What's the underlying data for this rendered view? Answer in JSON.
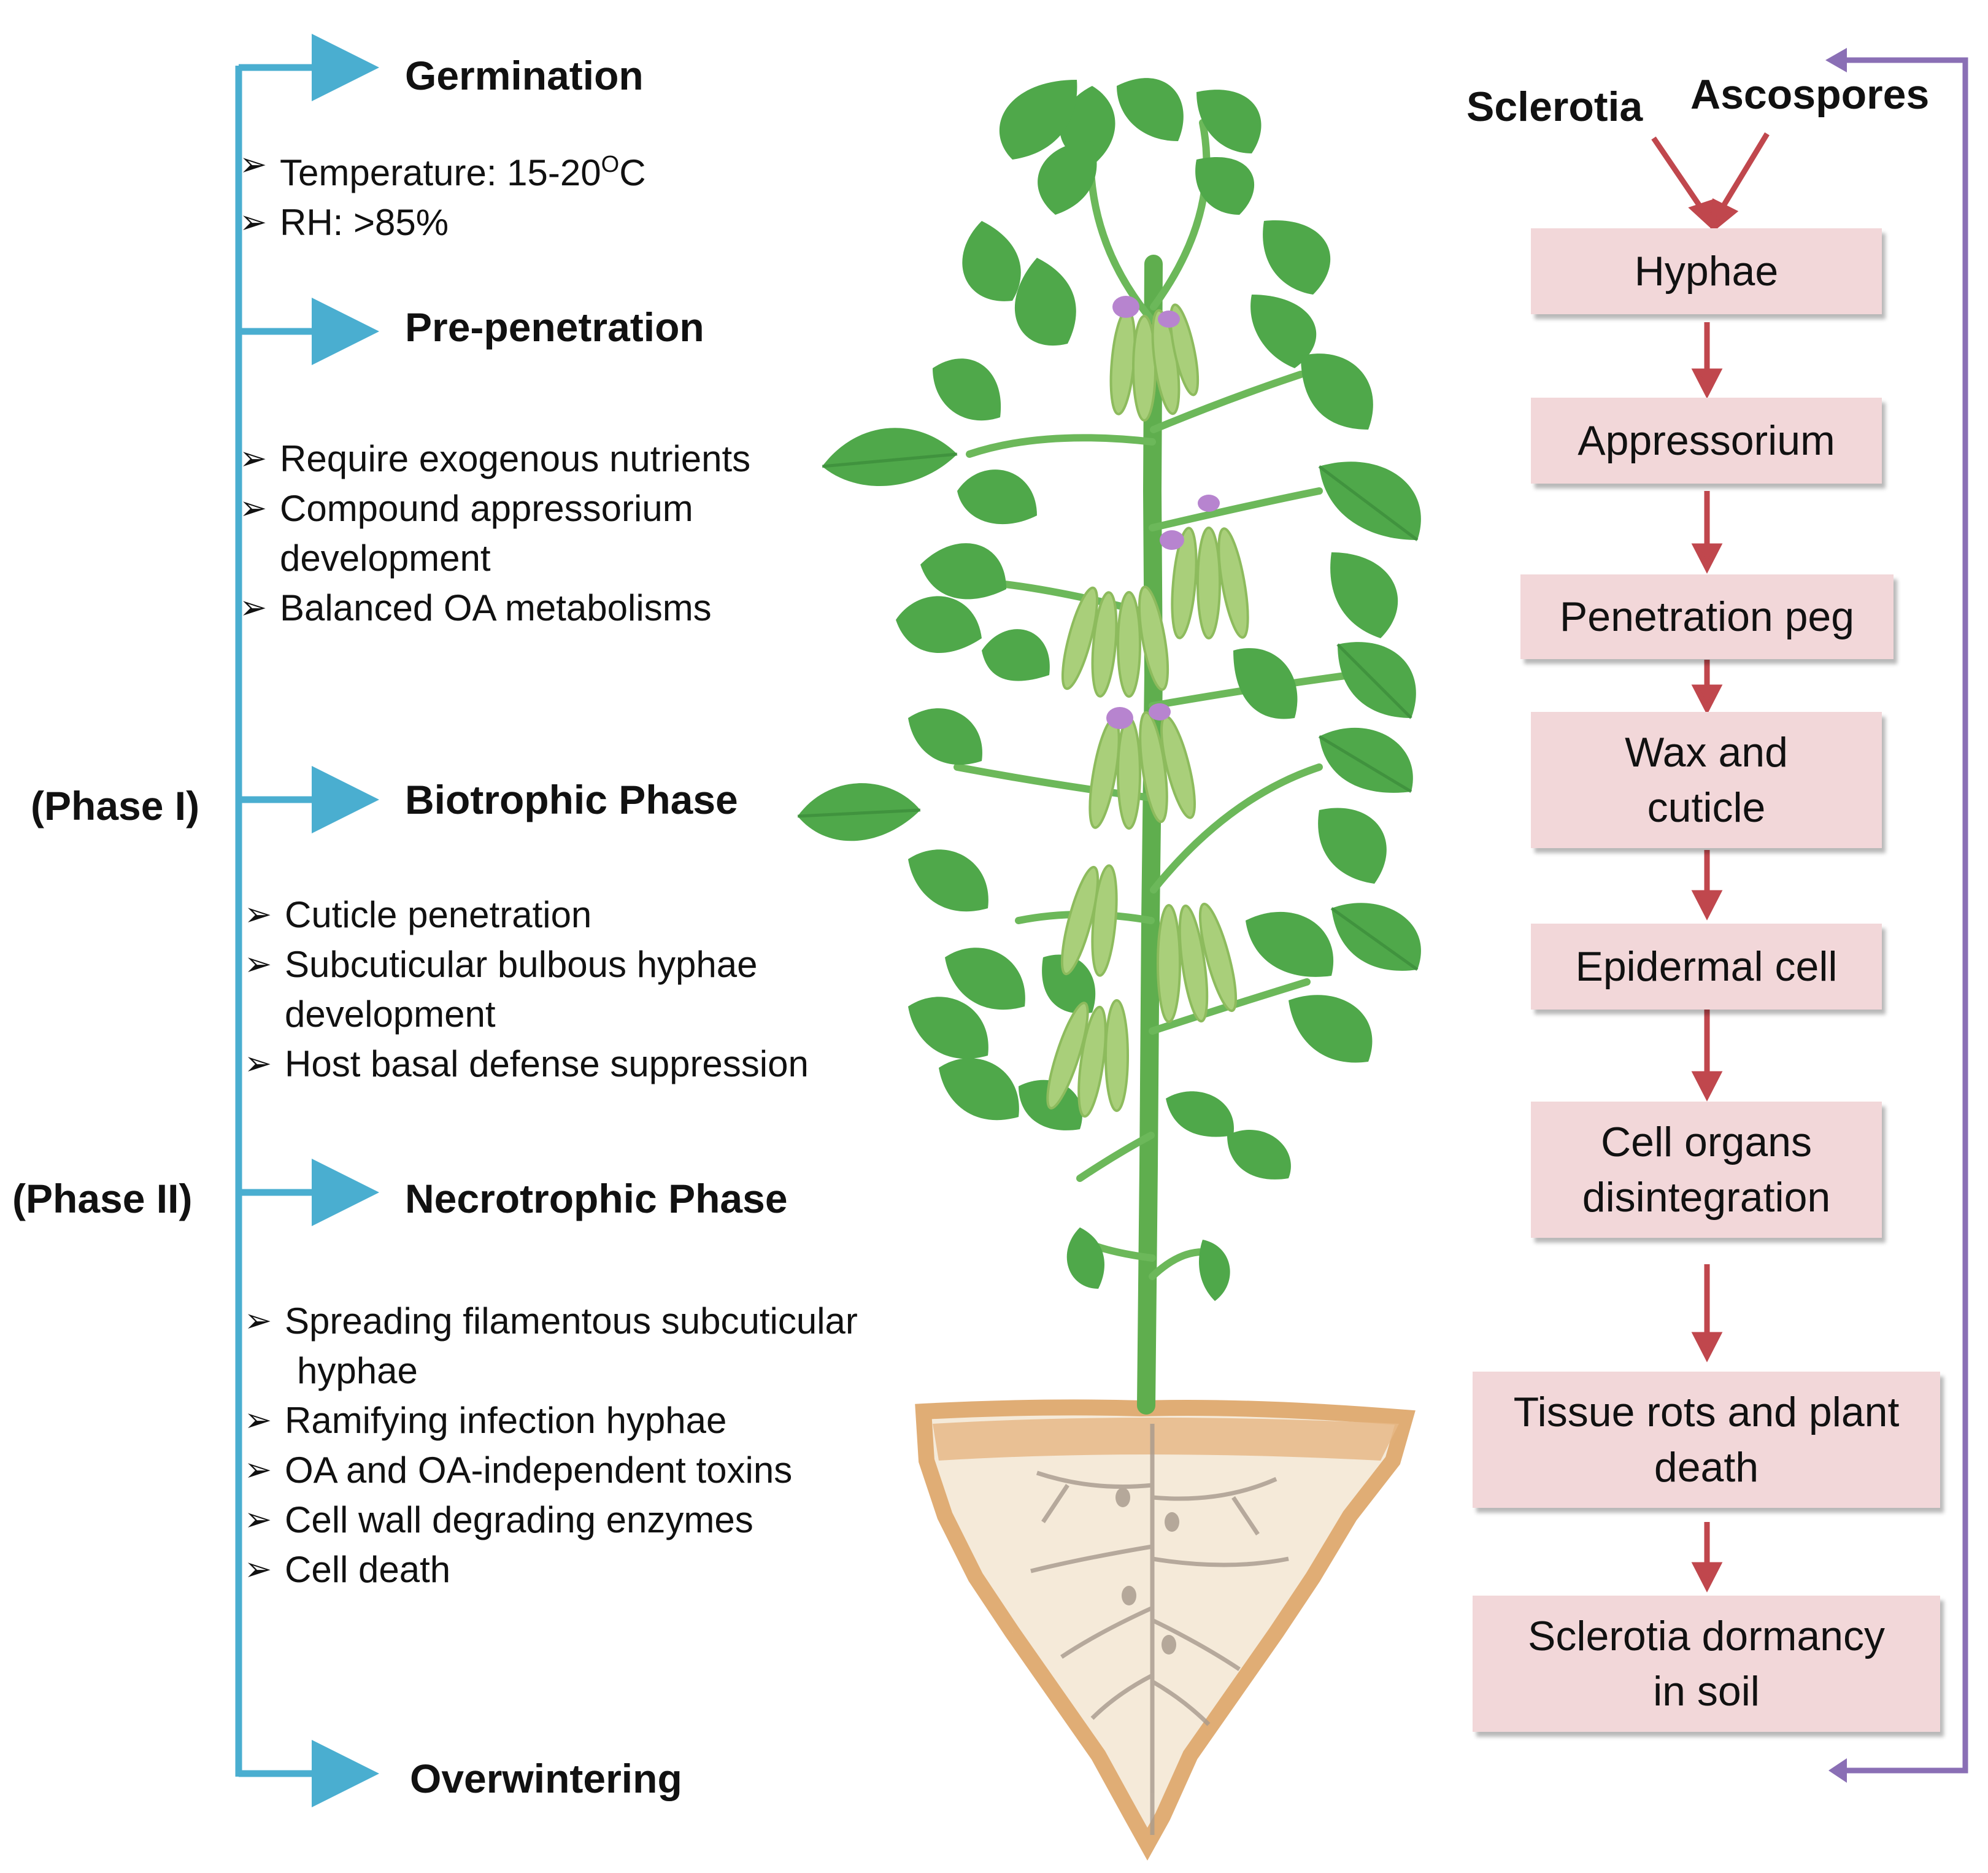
{
  "left_timeline": {
    "stages": [
      {
        "title": "Germination"
      },
      {
        "title": "Pre-penetration"
      },
      {
        "title": "Biotrophic Phase"
      },
      {
        "title": "Necrotrophic Phase"
      },
      {
        "title": "Overwintering"
      }
    ],
    "germination_conditions": {
      "temperature_label": "Temperature: 15-20",
      "temperature_sup": "O",
      "temperature_unit": "C",
      "rh": "RH: >85%"
    },
    "prepenetration_bullets": [
      "Require exogenous nutrients",
      "Compound appressorium",
      "development",
      "Balanced OA metabolisms"
    ],
    "biotrophic_bullets": [
      "Cuticle penetration",
      "Subcuticular bulbous hyphae",
      "development",
      "Host basal defense suppression"
    ],
    "necrotrophic_bullets": [
      "Spreading filamentous subcuticular",
      "hyphae",
      "Ramifying infection hyphae",
      "OA and OA-independent toxins",
      "Cell wall degrading enzymes",
      "Cell death"
    ],
    "phase_labels": {
      "phase1": "(Phase I)",
      "phase2": "(Phase II)"
    }
  },
  "right_flow": {
    "sources": {
      "sclerotia": "Sclerotia",
      "ascospores": "Ascospores"
    },
    "steps": [
      {
        "lines": [
          "Hyphae"
        ]
      },
      {
        "lines": [
          "Appressorium"
        ]
      },
      {
        "lines": [
          "Penetration peg"
        ]
      },
      {
        "lines": [
          "Wax and",
          "cuticle"
        ]
      },
      {
        "lines": [
          "Epidermal  cell"
        ]
      },
      {
        "lines": [
          "Cell organs",
          "disintegration"
        ]
      },
      {
        "lines": [
          "Tissue rots and plant",
          "death"
        ]
      },
      {
        "lines": [
          "Sclerotia dormancy",
          "in soil"
        ]
      }
    ]
  },
  "colors": {
    "timeline_blue": "#4aaed0",
    "loop_purple": "#8a6fb5",
    "flow_arrow_red": "#c0474d",
    "box_pink": "#f2d7d9",
    "leaf_green": "#4fa84a",
    "pod_green": "#a9cf7a",
    "flower_purple": "#b784cf",
    "soil_tan": "#e5b887"
  },
  "icons": [
    "soybean-plant-illustration",
    "soil-root-illustration"
  ]
}
